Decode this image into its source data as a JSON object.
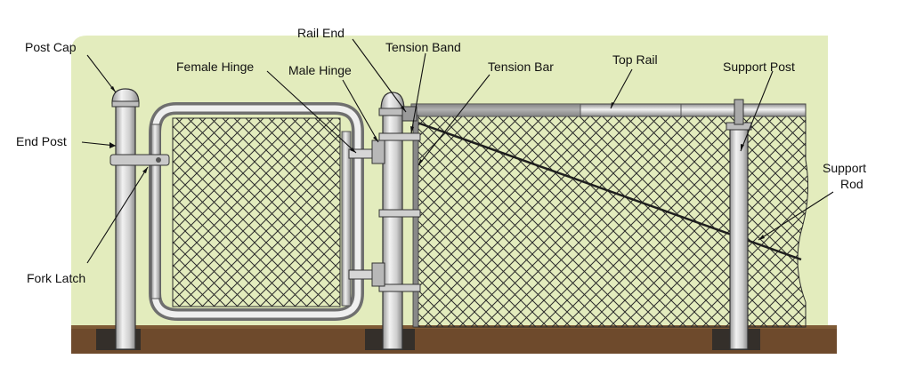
{
  "labels": {
    "post_cap": "Post Cap",
    "end_post": "End Post",
    "fork_latch": "Fork Latch",
    "female_hinge": "Female Hinge",
    "rail_end": "Rail End",
    "male_hinge": "Male Hinge",
    "tension_band": "Tension Band",
    "tension_bar": "Tension Bar",
    "top_rail": "Top Rail",
    "support_post": "Support Post",
    "support_rod_1": "Support",
    "support_rod_2": "Rod"
  },
  "colors": {
    "background": "#e3ecbd",
    "ground": "#6e4a2c",
    "post_fill": "#d9d9d9",
    "post_stroke": "#333333",
    "mesh": "#2b2b2b",
    "label_text": "#111111"
  }
}
